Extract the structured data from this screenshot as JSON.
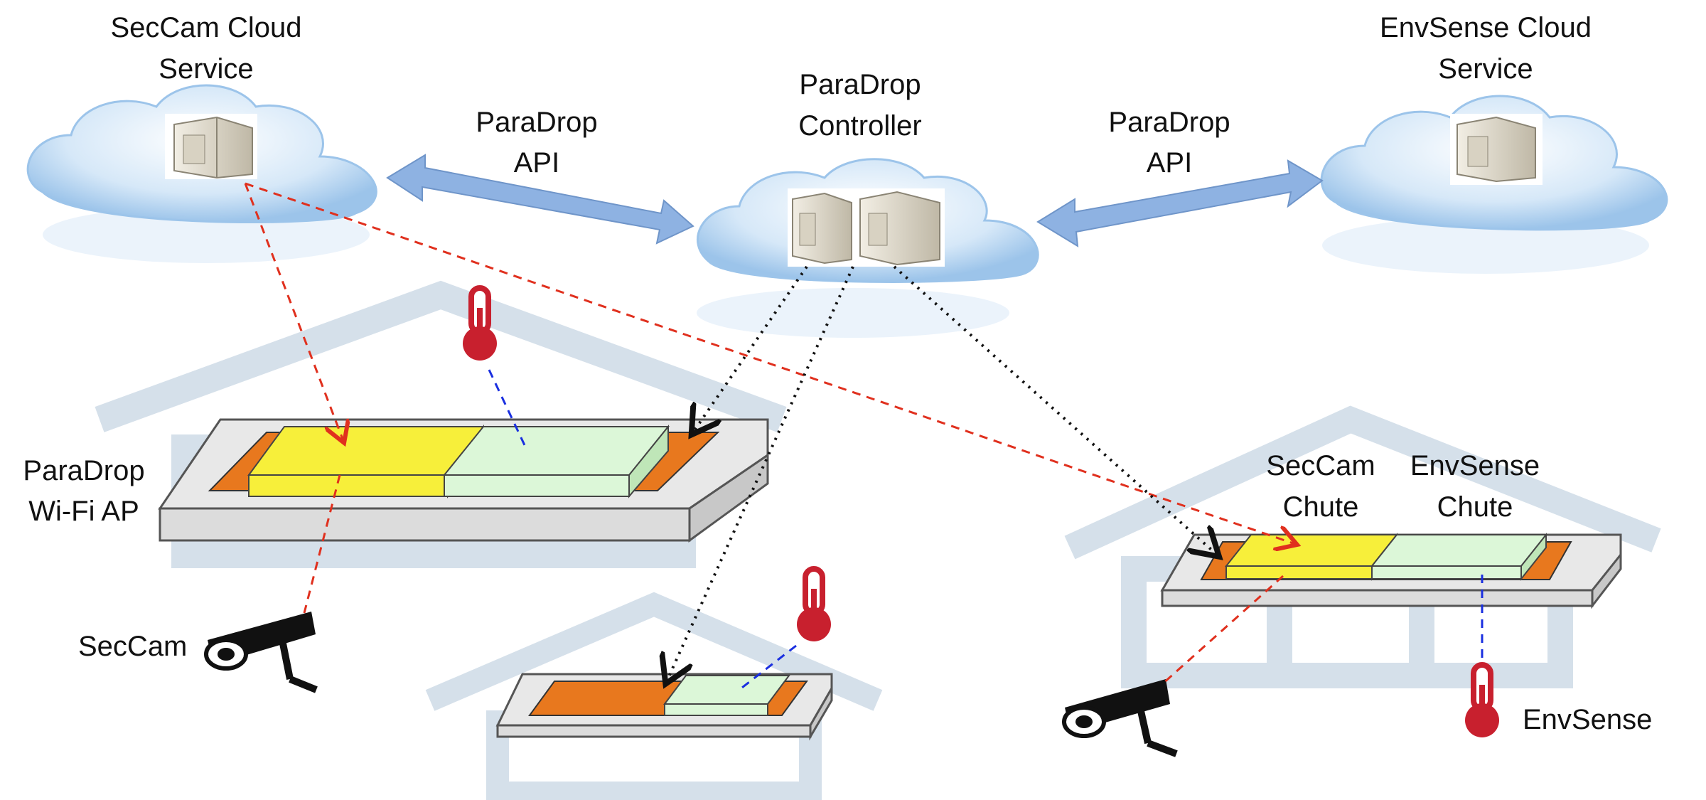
{
  "labels": {
    "seccam_cloud_line1": "SecCam Cloud",
    "seccam_cloud_line2": "Service",
    "controller_line1": "ParaDrop",
    "controller_line2": "Controller",
    "envsense_cloud_line1": "EnvSense Cloud",
    "envsense_cloud_line2": "Service",
    "api_left_line1": "ParaDrop",
    "api_left_line2": "API",
    "api_right_line1": "ParaDrop",
    "api_right_line2": "API",
    "ap_line1": "ParaDrop",
    "ap_line2": "Wi-Fi AP",
    "seccam_device": "SecCam",
    "seccam_chute_line1": "SecCam",
    "seccam_chute_line2": "Chute",
    "envsense_chute_line1": "EnvSense",
    "envsense_chute_line2": "Chute",
    "envsense_device": "EnvSense"
  },
  "colors": {
    "cloud": "#bcd9f3",
    "api_arrow": "#8eb2e2",
    "house": "#d5e0ea",
    "router_base": "#e8e8e8",
    "router_board": "#e8781e",
    "seccam_chute": "#f7ef3a",
    "envsense_chute": "#dcf7d8",
    "red_link": "#e0301e",
    "blue_link": "#1a2fe0",
    "black_link": "#111111",
    "thermometer": "#c8202e"
  }
}
